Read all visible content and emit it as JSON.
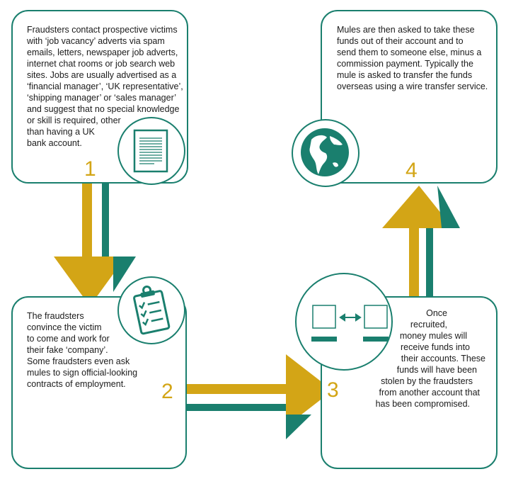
{
  "steps": [
    {
      "number": "1",
      "lines": [
        "Fraudsters contact prospective victims",
        "with ‘job vacancy’ adverts via spam",
        "emails, letters, newspaper job adverts,",
        "internet chat rooms or job search web",
        "sites. Jobs are usually advertised as a",
        "‘financial manager’, ‘UK representative’,",
        "‘shipping manager’ or ‘sales manager’",
        "and suggest that no special knowledge",
        "or skill is required, other",
        "than having a UK",
        "bank account."
      ]
    },
    {
      "number": "2",
      "lines": [
        "The fraudsters",
        "convince the victim",
        "to come and work for",
        "their fake ‘company’.",
        "Some fraudsters even ask",
        "mules to sign official-looking",
        "contracts of employment."
      ]
    },
    {
      "number": "3",
      "lines": [
        "Once",
        "recruited,",
        "money mules will",
        "receive funds into",
        "their accounts. These",
        "funds will have been",
        "stolen by the fraudsters",
        "from another account that",
        "has been compromised."
      ]
    },
    {
      "number": "4",
      "lines": [
        "Mules are then asked to take these",
        "funds out of their account and to",
        "send them to someone else, minus a",
        "commission payment. Typically the",
        "mule is asked to transfer the funds",
        "overseas using a wire transfer service."
      ]
    }
  ],
  "icons": [
    "document-icon",
    "clipboard-checklist-icon",
    "transfer-computers-icon",
    "globe-icon"
  ],
  "colors": {
    "teal": "#1a7f6e",
    "gold": "#d3a516",
    "text": "#1b1b1b"
  }
}
